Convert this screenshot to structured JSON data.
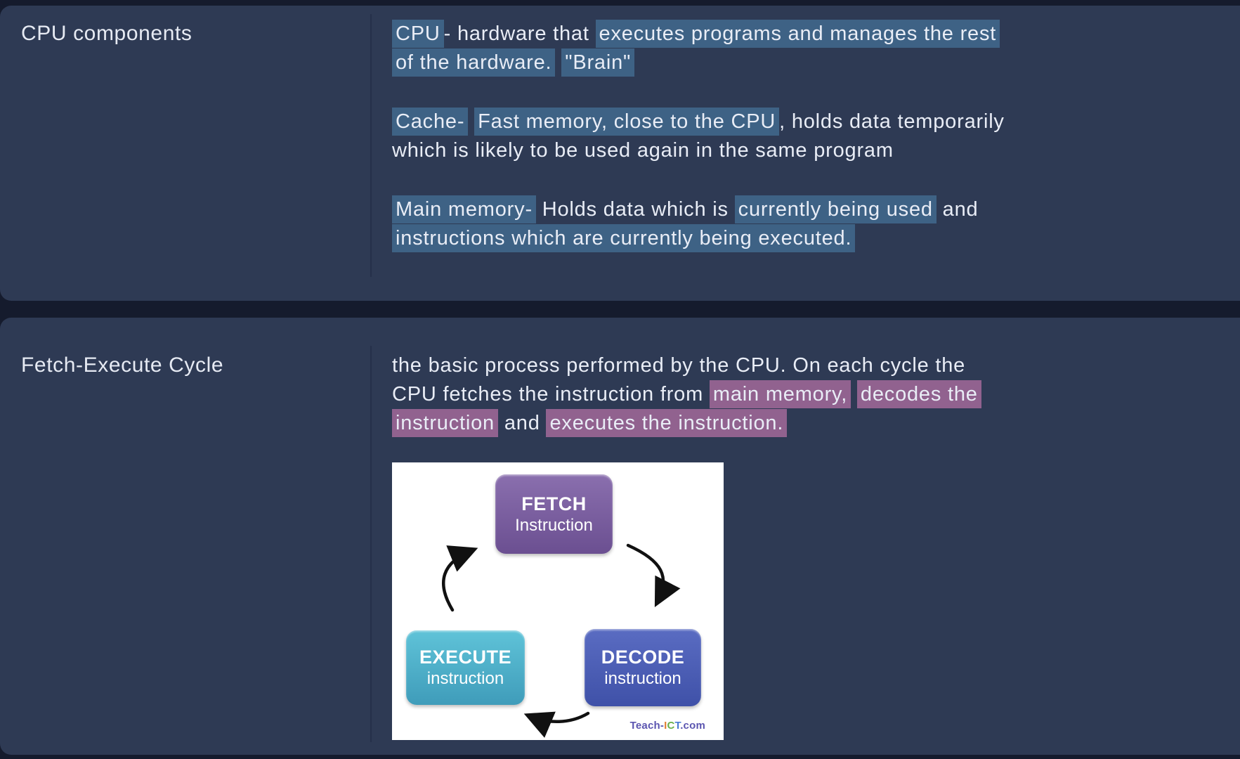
{
  "page": {
    "background": "#151b2d",
    "card_background": "#2e3a54",
    "divider_color": "#25304a",
    "text_color": "#e9edf6"
  },
  "cards": [
    {
      "term": "CPU components",
      "highlight_color": "#3e6285",
      "definition": [
        {
          "lines": [
            [
              {
                "t": "CPU",
                "h": true
              },
              {
                "t": "- hardware that ",
                "h": false
              },
              {
                "t": "executes programs and manages the rest",
                "h": true
              }
            ],
            [
              {
                "t": "of the hardware.",
                "h": true
              },
              {
                "t": " ",
                "h": false
              },
              {
                "t": "\"Brain\"",
                "h": true
              }
            ]
          ]
        },
        {
          "lines": [
            [
              {
                "t": "Cache-",
                "h": true
              },
              {
                "t": " ",
                "h": false
              },
              {
                "t": "Fast memory, close to the CPU",
                "h": true
              },
              {
                "t": ", holds data temporarily",
                "h": false
              }
            ],
            [
              {
                "t": "which is likely to be used again in the same program",
                "h": false
              }
            ]
          ]
        },
        {
          "lines": [
            [
              {
                "t": "Main memory-",
                "h": true
              },
              {
                "t": " Holds data which is ",
                "h": false
              },
              {
                "t": "currently being used",
                "h": true
              },
              {
                "t": " and",
                "h": false
              }
            ],
            [
              {
                "t": "instructions which are currently being executed.",
                "h": true
              }
            ]
          ]
        }
      ]
    },
    {
      "term": "Fetch-Execute Cycle",
      "highlight_color": "#91628f",
      "definition": [
        {
          "lines": [
            [
              {
                "t": "the basic process performed by the CPU. On each cycle the",
                "h": false
              }
            ],
            [
              {
                "t": "CPU fetches the instruction from ",
                "h": false
              },
              {
                "t": "main memory,",
                "h": true
              },
              {
                "t": " ",
                "h": false
              },
              {
                "t": "decodes the",
                "h": true
              }
            ],
            [
              {
                "t": "instruction",
                "h": true
              },
              {
                "t": " and ",
                "h": false
              },
              {
                "t": "executes the instruction.",
                "h": true
              }
            ]
          ]
        }
      ],
      "diagram": {
        "background": "#ffffff",
        "arrow_color": "#111111",
        "nodes": {
          "fetch": {
            "title": "FETCH",
            "subtitle": "Instruction",
            "color_top": "#8a6fae",
            "color_bottom": "#6b4f91"
          },
          "decode": {
            "title": "DECODE",
            "subtitle": "instruction",
            "color_top": "#5a6cc2",
            "color_bottom": "#3f51a8"
          },
          "execute": {
            "title": "EXECUTE",
            "subtitle": "instruction",
            "color_top": "#5fc3d8",
            "color_bottom": "#3f9cba"
          }
        },
        "credit_segments": [
          {
            "t": "Teach-",
            "c": "#5b55b0"
          },
          {
            "t": "I",
            "c": "#e08030"
          },
          {
            "t": "C",
            "c": "#6ab04c"
          },
          {
            "t": "T",
            "c": "#4a7bd4"
          },
          {
            "t": ".com",
            "c": "#5b55b0"
          }
        ]
      }
    }
  ]
}
